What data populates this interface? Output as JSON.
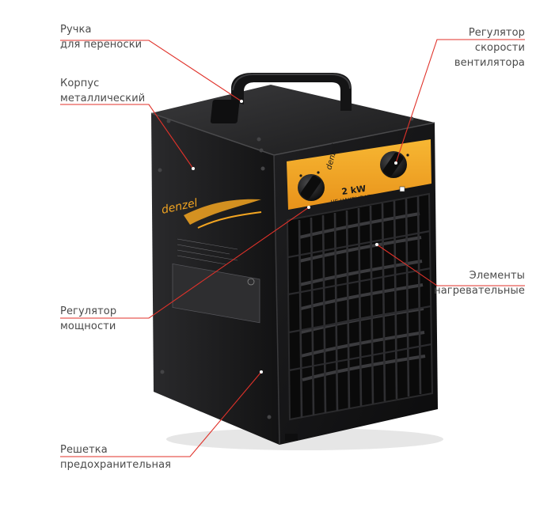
{
  "brand": {
    "logo": "denzel",
    "panel_logo": "denzel",
    "power_label": "2 kW",
    "warning": "НЕ НАКРЫВАТЬ"
  },
  "callouts": [
    {
      "id": "handle",
      "line1": "Ручка",
      "line2": "для переноски"
    },
    {
      "id": "housing",
      "line1": "Корпус",
      "line2": "металлический"
    },
    {
      "id": "fan-speed",
      "line1": "Регулятор",
      "line2": "скорости",
      "line3": "вентилятора"
    },
    {
      "id": "heating",
      "line1": "Элементы",
      "line2": "нагревательные"
    },
    {
      "id": "power",
      "line1": "Регулятор",
      "line2": "мощности"
    },
    {
      "id": "grille",
      "line1": "Решетка",
      "line2": "предохранительная"
    }
  ],
  "colors": {
    "leader": "#e0322a",
    "body": "#1c1c1e",
    "panel": "#f3a521",
    "text": "#4a4a4a"
  }
}
